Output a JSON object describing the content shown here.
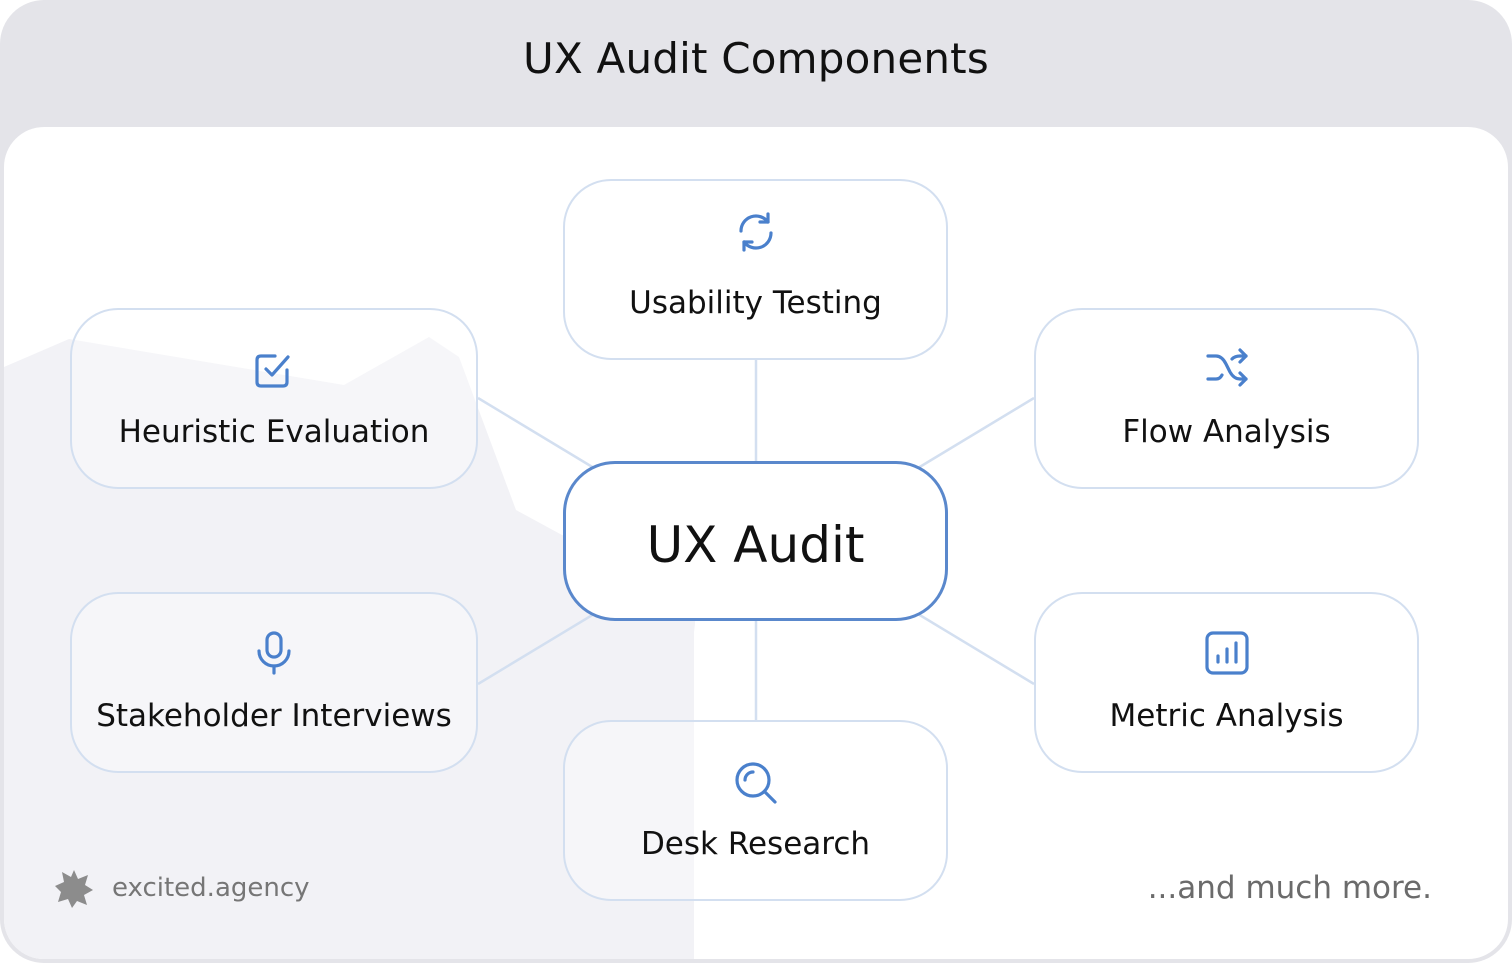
{
  "title": "UX Audit Components",
  "center": {
    "label": "UX Audit"
  },
  "nodes": {
    "usability_testing": {
      "label": "Usability Testing",
      "icon": "refresh-icon"
    },
    "heuristic_evaluation": {
      "label": "Heuristic Evaluation",
      "icon": "checkbox-icon"
    },
    "flow_analysis": {
      "label": "Flow Analysis",
      "icon": "shuffle-icon"
    },
    "stakeholder_interviews": {
      "label": "Stakeholder Interviews",
      "icon": "microphone-icon"
    },
    "metric_analysis": {
      "label": "Metric Analysis",
      "icon": "bar-chart-icon"
    },
    "desk_research": {
      "label": "Desk Research",
      "icon": "search-icon"
    }
  },
  "brand": {
    "text": "excited.agency",
    "logo": "sparkle-logo-icon"
  },
  "footer_note": "...and much more.",
  "colors": {
    "frame_bg": "#e4e4e9",
    "panel_bg": "#ffffff",
    "node_border": "#d3dff0",
    "center_border": "#5a88cc",
    "icon": "#4a80cc",
    "connector": "#d3dff0",
    "background_shape": "#f2f2f6"
  }
}
